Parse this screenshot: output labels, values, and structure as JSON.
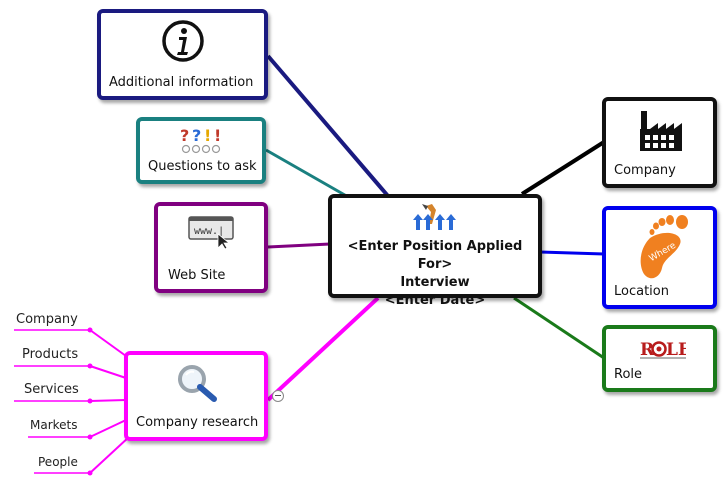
{
  "central": {
    "line1": "<Enter Position Applied For>",
    "line2": "Interview",
    "line3": "<Enter Date>"
  },
  "topics": {
    "additional_info": "Additional information",
    "questions": "Questions to ask",
    "website": "Web Site",
    "company_research": "Company research",
    "company": "Company",
    "location": "Location",
    "role": "Role"
  },
  "research_items": [
    "Company",
    "Products",
    "Services",
    "Markets",
    "People"
  ],
  "icons": {
    "website_text": "www.",
    "location_text": "Where",
    "role_text": "ROLE",
    "questions_text": "?&!"
  },
  "colors": {
    "additional_info": "#1a1a80",
    "questions": "#1a8080",
    "website": "#800080",
    "company_research": "#ff00ff",
    "company": "#000000",
    "location": "#0000ee",
    "role": "#1a7a1a"
  }
}
